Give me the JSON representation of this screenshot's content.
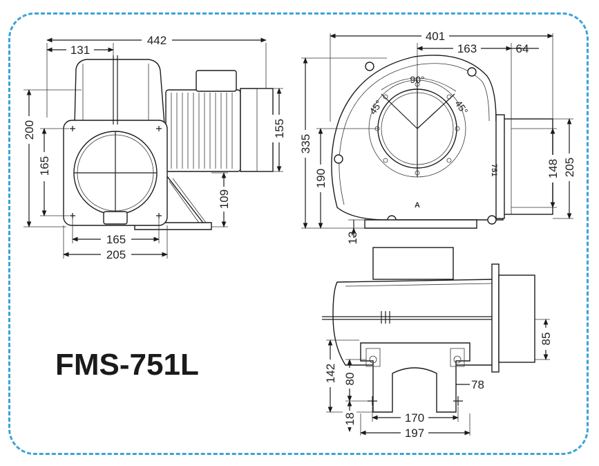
{
  "model": "FMS-751L",
  "colors": {
    "frame_border": "#3aa3d6",
    "line": "#1a1a1a"
  },
  "front_view": {
    "overall_length": "442",
    "inlet_offset": "131",
    "height": "200",
    "flange_height": "165",
    "motor_height": "155",
    "base_height": "109",
    "bolt_span": "165",
    "flange_width": "205"
  },
  "side_view": {
    "overall_width": "401",
    "outlet_offset": "163",
    "outlet_depth": "64",
    "overall_height": "335",
    "center_height": "190",
    "base_offset": "13",
    "outlet_inner": "148",
    "outlet_outer": "205",
    "angle_top": "90°",
    "angle_left": "45°",
    "angle_right": "45°",
    "housing_mark": "751",
    "rotation_mark": "A"
  },
  "bottom_view": {
    "height": "142",
    "foot_height": "80",
    "outlet_offset": "85",
    "foot_offset": "78",
    "base_thickness": "18",
    "bolt_span": "170",
    "base_width": "197"
  }
}
